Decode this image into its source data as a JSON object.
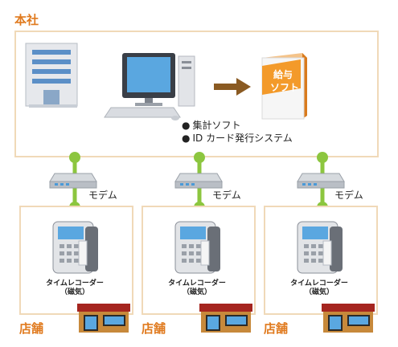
{
  "headquarters": {
    "label": "本社",
    "software_box_text": [
      "給与",
      "ソフト"
    ],
    "features": [
      "集計ソフト",
      "ID カード発行システム"
    ]
  },
  "network": {
    "modem_label": "モデム",
    "line_color": "#8cc63f"
  },
  "stores": [
    {
      "label": "店舗",
      "device_caption_1": "タイムレコーダー",
      "device_caption_2": "（磁気）"
    },
    {
      "label": "店舗",
      "device_caption_1": "タイムレコーダー",
      "device_caption_2": "（磁気）"
    },
    {
      "label": "店舗",
      "device_caption_1": "タイムレコーダー",
      "device_caption_2": "（磁気）"
    }
  ],
  "colors": {
    "accent": "#e07a1e",
    "box_border": "#f0d9b8",
    "arrow": "#8a5a22"
  }
}
